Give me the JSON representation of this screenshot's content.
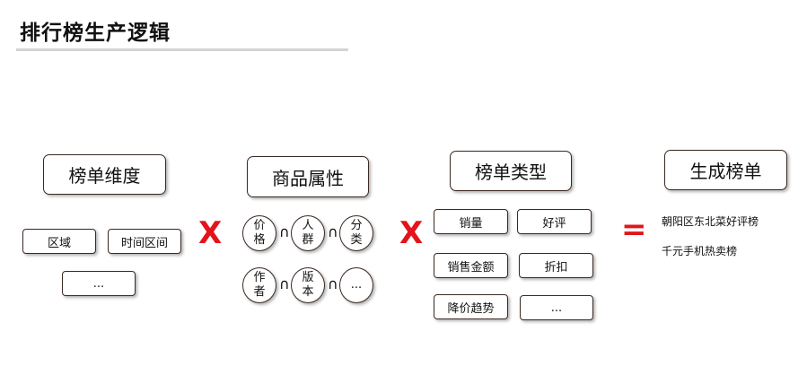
{
  "title": "排行榜生产逻辑",
  "operators": {
    "multiply": "X",
    "equals": "="
  },
  "intersect_symbol": "∩",
  "dimension": {
    "header": "榜单维度",
    "items": [
      "区域",
      "时间区间",
      "..."
    ]
  },
  "attributes": {
    "header": "商品属性",
    "items": [
      "价格",
      "人群",
      "分类",
      "作者",
      "版本",
      "..."
    ]
  },
  "types": {
    "header": "榜单类型",
    "items": [
      "销量",
      "好评",
      "销售金额",
      "折扣",
      "降价趋势",
      "..."
    ]
  },
  "result": {
    "header": "生成榜单",
    "items": [
      "朝阳区东北菜好评榜",
      "千元手机热卖榜"
    ]
  },
  "colors": {
    "operator": "#e3141a",
    "border": "#3b2a22",
    "rule": "#d4d4d4"
  }
}
